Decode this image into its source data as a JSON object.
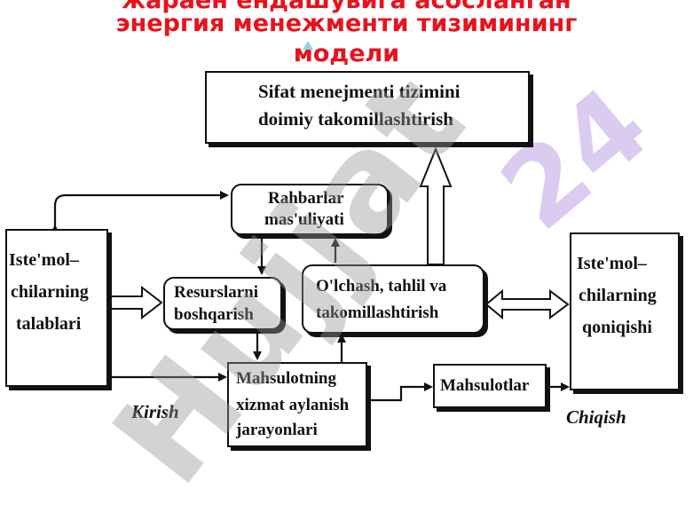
{
  "title": {
    "line1": "жараён ёндашувига асосланган",
    "line2": "энергия менежменти тизимининг",
    "line3": "модели"
  },
  "boxes": {
    "top": {
      "line1": "Sifat menejmenti tizimini",
      "line2": "doimiy takomillashtirish"
    },
    "rahbar": {
      "line1": "Rahbarlar",
      "line2": "mas'uliyati"
    },
    "left": {
      "line1": "Iste'mol–",
      "line2": "chilarning",
      "line3": "talablari"
    },
    "resurs": {
      "line1": "Resurslarni",
      "line2": "boshqarish"
    },
    "olchash": {
      "line1": "O'lchash, tahlil va",
      "line2": "takomillashtirish"
    },
    "right": {
      "line1": "Iste'mol–",
      "line2": "chilarning",
      "line3": "qoniqishi"
    },
    "mahsulot": {
      "line1": "Mahsulotning",
      "line2": "xizmat aylanish",
      "line3": "jarayonlari"
    },
    "mahsulotlar": {
      "label": "Mahsulotlar"
    }
  },
  "labels": {
    "kirish": "Kirish",
    "chiqish": "Chiqish"
  },
  "watermarks": {
    "main": "Hujjat",
    "corner": "24"
  },
  "colors": {
    "title": "#e8121c",
    "watermark": "#969696",
    "watermark_corner": "#bea0e6",
    "line": "#111111"
  }
}
